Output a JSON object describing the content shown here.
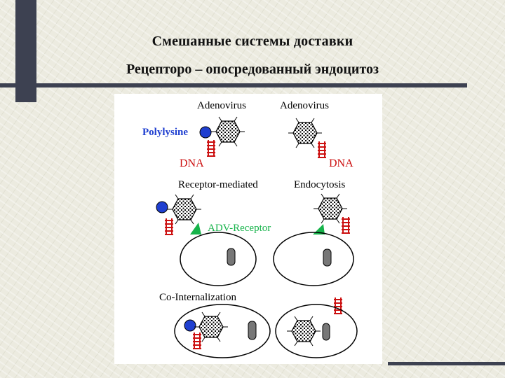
{
  "slide": {
    "title_line1": "Смешанные системы доставки",
    "title_line2": "Рецепторо – опосредованный эндоцитоз"
  },
  "figure": {
    "label_adenovirus_left": "Adenovirus",
    "label_adenovirus_right": "Adenovirus",
    "label_polylysine": "Polylysine",
    "label_dna_left": "DNA",
    "label_dna_right": "DNA",
    "label_receptor_mediated": "Receptor-mediated",
    "label_endocytosis": "Endocytosis",
    "label_adv_receptor": "ADV-Receptor",
    "label_co_internalization": "Co-Internalization"
  },
  "colors": {
    "accent_bar": "#3d4151",
    "dna_red": "#cc1111",
    "polylysine_blue": "#1f3fd0",
    "receptor_green": "#16b34a"
  }
}
